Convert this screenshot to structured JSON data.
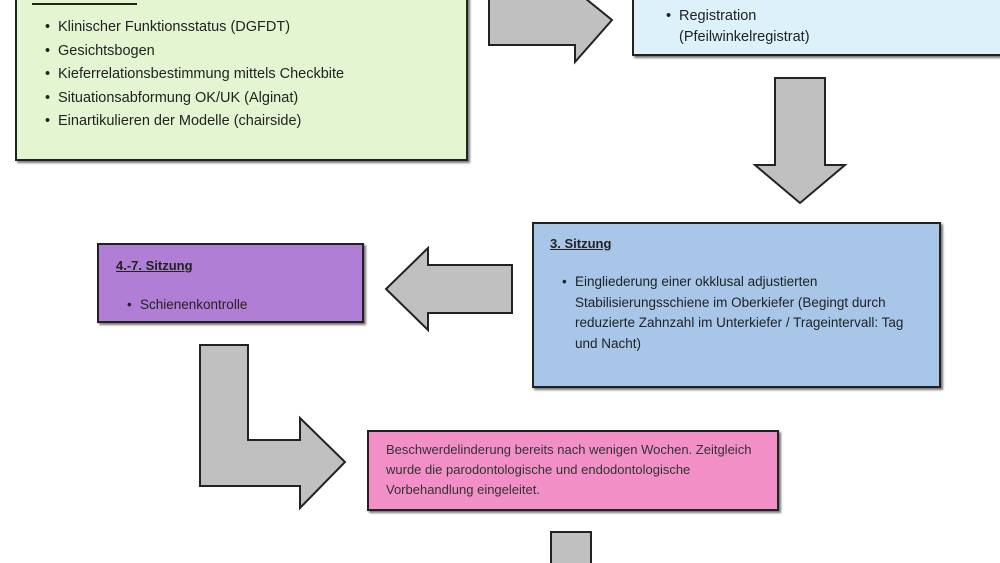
{
  "colors": {
    "green": "#e4f5d2",
    "lightblue": "#ddf1fb",
    "blue": "#a8c7e8",
    "purple": "#b07fd5",
    "pink": "#f18fc6",
    "arrow": "#c0c0c0"
  },
  "box1": {
    "items": [
      "Klinischer Funktionsstatus (DGFDT)",
      "Gesichtsbogen",
      "Kieferrelationsbestimmung mittels Checkbite",
      "Situationsabformung OK/UK (Alginat)",
      "Einartikulieren der Modelle (chairside)"
    ]
  },
  "box2": {
    "items": [
      "Registration (Pfeilwinkelregistrat)"
    ]
  },
  "box3": {
    "title": "3. Sitzung",
    "items": [
      "Eingliederung einer okklusal adjustierten Stabilisierungsschiene im Oberkiefer (Begingt durch reduzierte Zahnzahl im Unterkiefer / Trageintervall: Tag und Nacht)"
    ]
  },
  "box4": {
    "title": "4.-7. Sitzung",
    "items": [
      "Schienenkontrolle"
    ]
  },
  "box5": {
    "text": "Beschwerdelinderung bereits nach wenigen Wochen. Zeitgleich wurde die parodontologische und endodontologische Vorbehandlung eingeleitet."
  }
}
